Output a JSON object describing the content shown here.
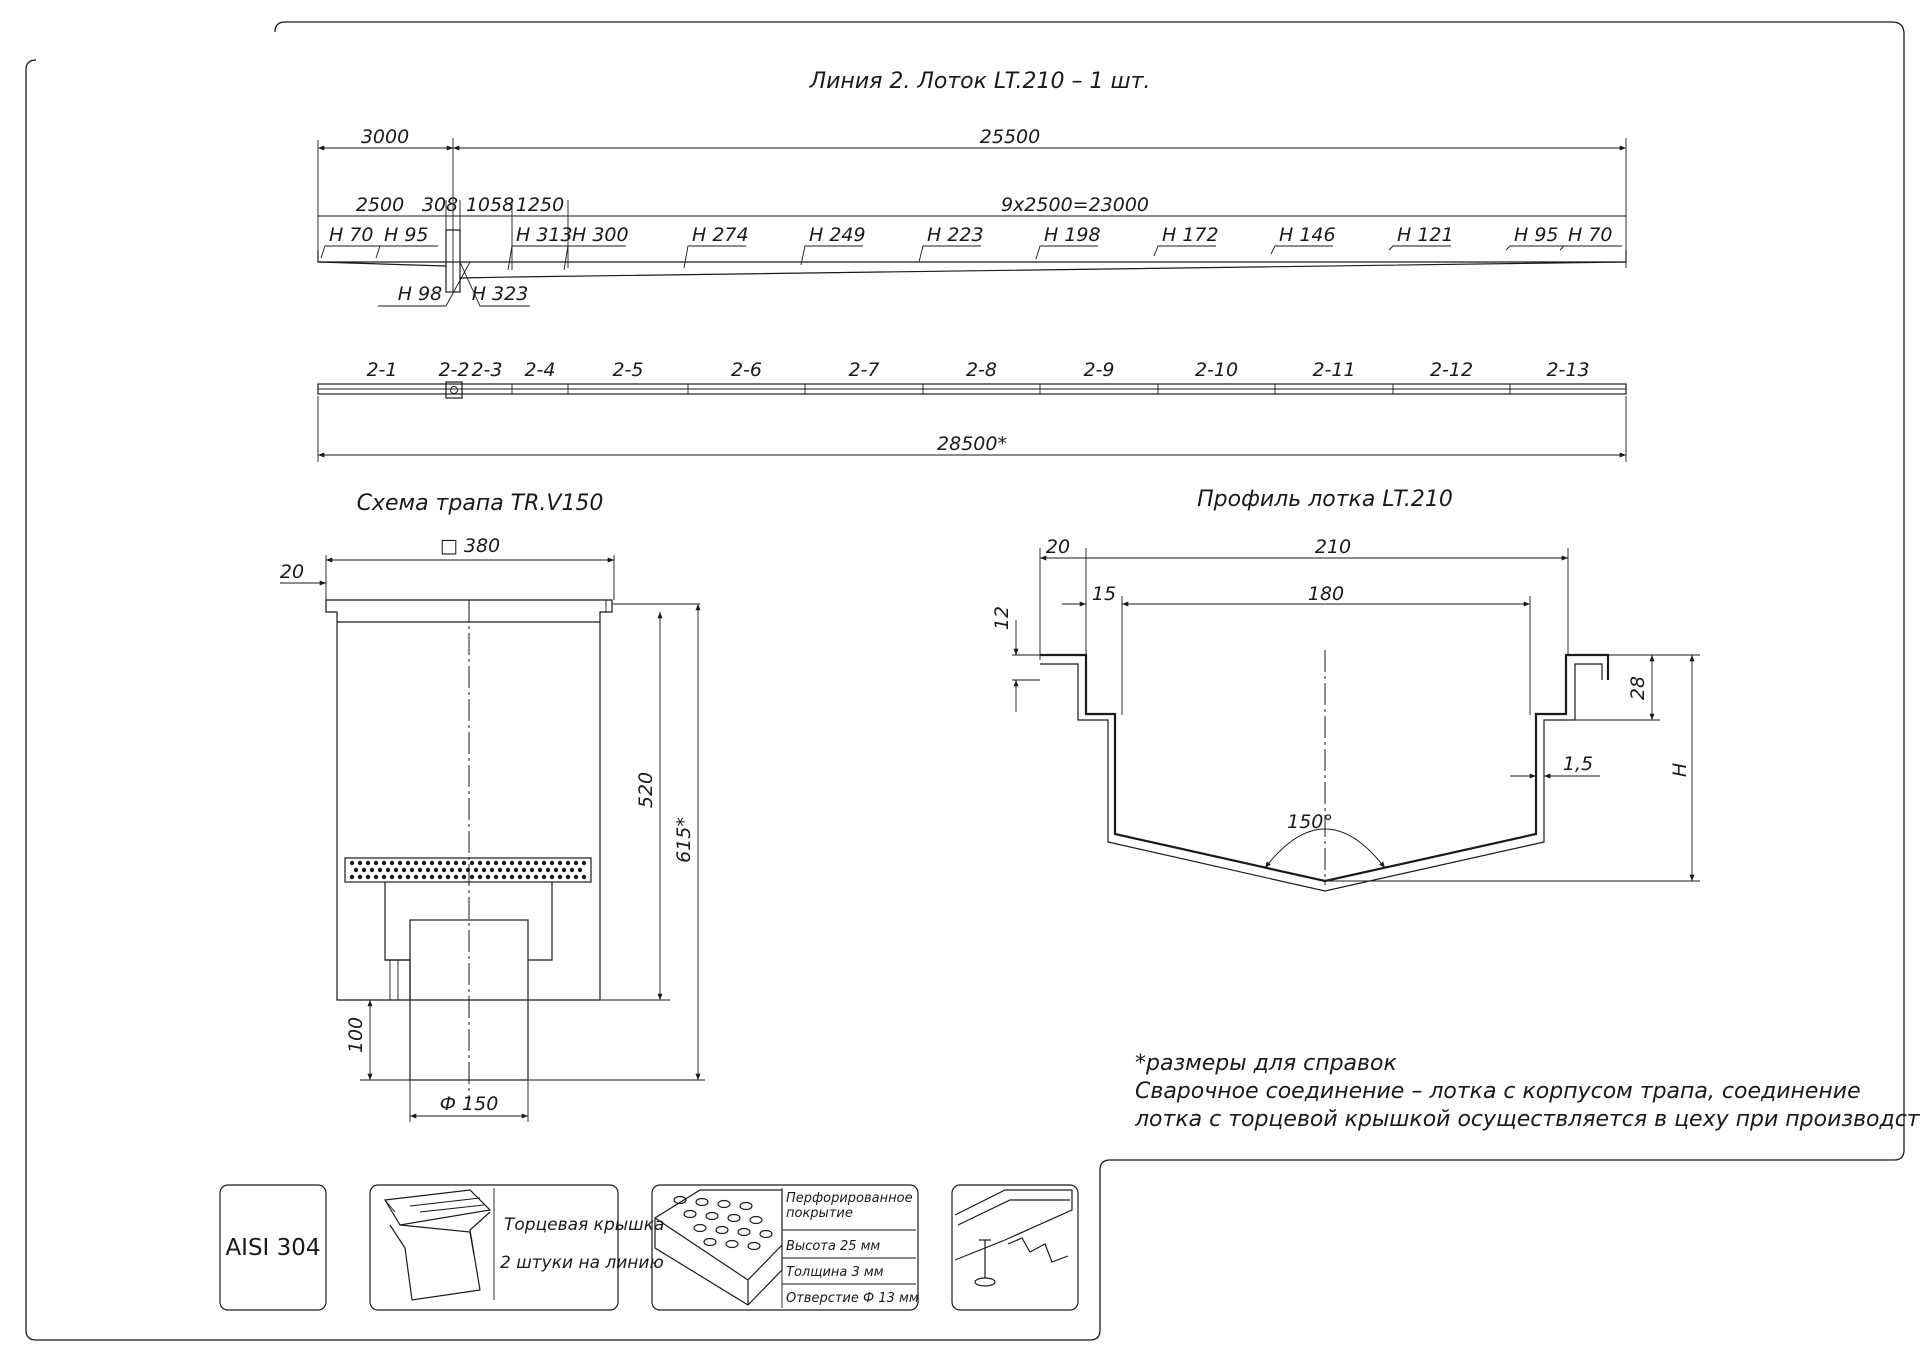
{
  "title": "Линия 2. Лоток LT.210 – 1 шт.",
  "long_view": {
    "dims_top": [
      "3000",
      "25500"
    ],
    "dims_mid": [
      "2500",
      "308",
      "1058",
      "1250",
      "9x2500=23000"
    ],
    "heights_top": [
      "H 70",
      "H 95",
      "H 313",
      "H 300",
      "H 274",
      "H 249",
      "H 223",
      "H 198",
      "H 172",
      "H 146",
      "H 121",
      "H 95",
      "H 70"
    ],
    "heights_bottom": [
      "H 98",
      "H 323"
    ],
    "sections": [
      "2-1",
      "2-2",
      "2-3",
      "2-4",
      "2-5",
      "2-6",
      "2-7",
      "2-8",
      "2-9",
      "2-10",
      "2-11",
      "2-12",
      "2-13"
    ],
    "total_length": "28500*"
  },
  "drain": {
    "title": "Схема трапа TR.V150",
    "dims": {
      "size": "□ 380",
      "flange": "20",
      "height": "520",
      "total_height": "615*",
      "bottom": "100",
      "outlet": "Ф 150"
    }
  },
  "profile": {
    "title": "Профиль лотка LT.210",
    "dims": {
      "flange": "20",
      "width": "210",
      "inner_offset": "15",
      "inner_width": "180",
      "flange_h": "12",
      "rim": "28",
      "thickness": "1,5",
      "height": "H",
      "angle": "150°"
    }
  },
  "notes": {
    "line1": "*размеры для справок",
    "line2": "Сварочное соединение – лотка с корпусом трапа, соединение",
    "line3": "лотка с торцевой крышкой осуществляется в цеху при производстве."
  },
  "legend": {
    "material": "AISI 304",
    "end_cap": {
      "label": "Торцевая крышка",
      "qty": "2 штуки на линию"
    },
    "grating": {
      "name_1": "Перфорированное",
      "name_2": "покрытие",
      "height": "Высота 25 мм",
      "thickness": "Толщина 3 мм",
      "hole": "Отверстие Ф 13 мм"
    }
  }
}
